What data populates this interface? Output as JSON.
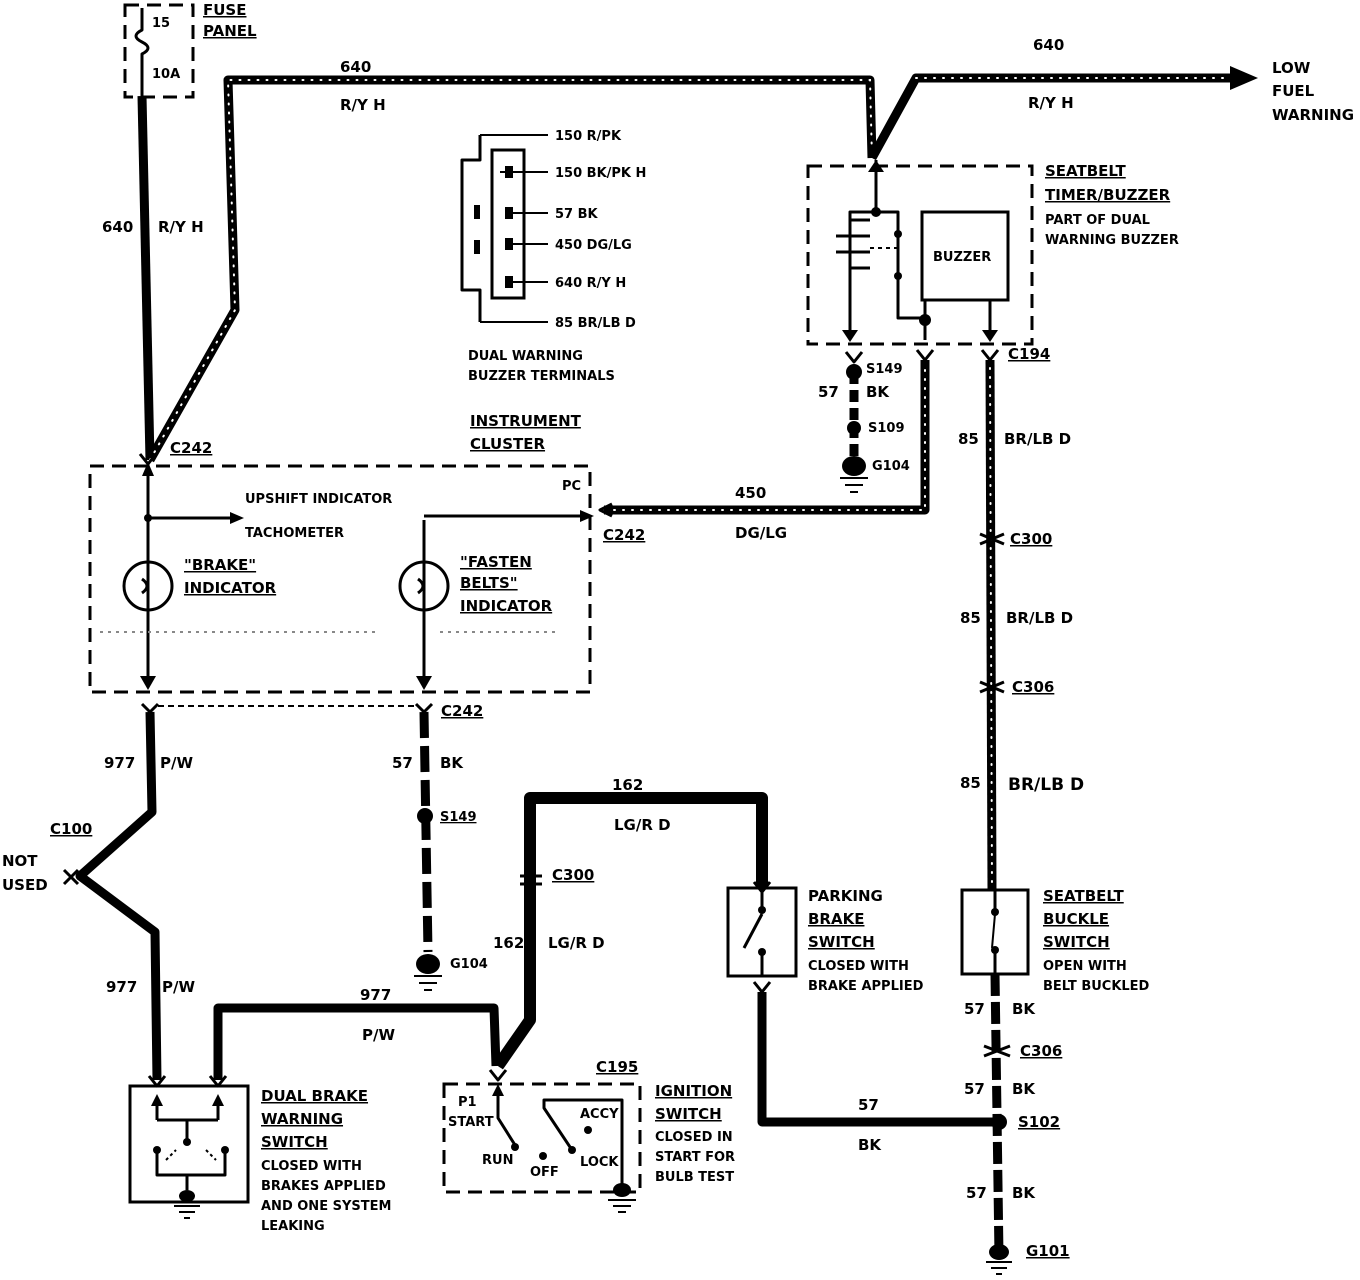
{
  "fuse": {
    "number": "15",
    "rating": "10A",
    "label1": "FUSE",
    "label2": "PANEL"
  },
  "wire_640": {
    "circuit": "640",
    "color": "R/Y H"
  },
  "low_fuel": {
    "line1": "LOW",
    "line2": "FUEL",
    "line3": "WARNING"
  },
  "terminals": {
    "t1": "150 R/PK",
    "t2": "150 BK/PK H",
    "t3": "57 BK",
    "t4": "450 DG/LG",
    "t5": "640 R/Y H",
    "t6": "85 BR/LB D",
    "caption1": "DUAL WARNING",
    "caption2": "BUZZER TERMINALS"
  },
  "seatbelt_timer": {
    "title1": "SEATBELT",
    "title2": "TIMER/BUZZER",
    "sub1": "PART OF DUAL",
    "sub2": "WARNING BUZZER",
    "buzzer": "BUZZER"
  },
  "connectors": {
    "c242": "C242",
    "c194": "C194",
    "c300": "C300",
    "c306": "C306",
    "c100": "C100",
    "c195": "C195"
  },
  "splices": {
    "s149": "S149",
    "s109": "S109",
    "s102": "S102"
  },
  "grounds": {
    "g104": "G104",
    "g101": "G101"
  },
  "instrument_cluster": {
    "title1": "INSTRUMENT",
    "title2": "CLUSTER",
    "pc": "PC",
    "upshift": "UPSHIFT INDICATOR",
    "tach": "TACHOMETER",
    "brake1": "\"BRAKE\"",
    "brake2": "INDICATOR",
    "fasten1": "\"FASTEN",
    "fasten2": "BELTS\"",
    "fasten3": "INDICATOR"
  },
  "wire_57": {
    "circuit": "57",
    "color": "BK"
  },
  "wire_450": {
    "circuit": "450",
    "color": "DG/LG"
  },
  "wire_85": {
    "circuit": "85",
    "color": "BR/LB D"
  },
  "wire_977": {
    "circuit": "977",
    "color": "P/W"
  },
  "wire_162": {
    "circuit": "162",
    "color": "LG/R D"
  },
  "not_used": {
    "line1": "NOT",
    "line2": "USED"
  },
  "parking_brake": {
    "t1": "PARKING",
    "t2": "BRAKE",
    "t3": "SWITCH",
    "s1": "CLOSED WITH",
    "s2": "BRAKE APPLIED"
  },
  "seatbelt_buckle": {
    "t1": "SEATBELT",
    "t2": "BUCKLE",
    "t3": "SWITCH",
    "s1": "OPEN WITH",
    "s2": "BELT BUCKLED"
  },
  "dual_brake": {
    "t1": "DUAL BRAKE",
    "t2": "WARNING",
    "t3": "SWITCH",
    "s1": "CLOSED WITH",
    "s2": "BRAKES APPLIED",
    "s3": "AND ONE SYSTEM",
    "s4": "LEAKING"
  },
  "ignition": {
    "t1": "IGNITION",
    "t2": "SWITCH",
    "s1": "CLOSED IN",
    "s2": "START FOR",
    "s3": "BULB TEST",
    "p1": "P1",
    "start": "START",
    "run": "RUN",
    "off": "OFF",
    "lock": "LOCK",
    "accy": "ACCY"
  }
}
